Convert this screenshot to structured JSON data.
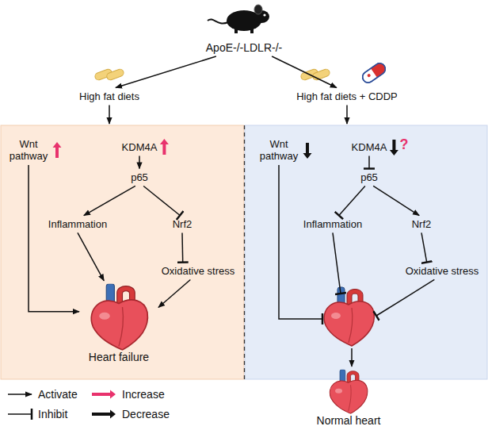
{
  "diagram": {
    "nodes": [
      {
        "text": [
          "ApoE-/-LDLR-/-"
        ]
      },
      {
        "text": [
          "High fat diets"
        ]
      },
      {
        "text": [
          "High fat diets + CDDP"
        ]
      },
      {
        "text": [
          "Wnt pathway"
        ]
      },
      {
        "text": [
          "KDM4A"
        ]
      },
      {
        "text": [
          "p65"
        ]
      },
      {
        "text": [
          "Inflammation"
        ]
      },
      {
        "text": [
          "Nrf2"
        ]
      },
      {
        "text": [
          "Oxidative stress"
        ]
      },
      {
        "text": [
          "Heart failure"
        ]
      },
      {
        "text": [
          "Wnt pathway"
        ]
      },
      {
        "text": [
          "KDM4A"
        ]
      },
      {
        "text": [
          "p65"
        ]
      },
      {
        "text": [
          "Inflammation"
        ]
      },
      {
        "text": [
          "Nrf2"
        ]
      },
      {
        "text": [
          "Oxidative stress"
        ]
      },
      {
        "text": [
          "Normal heart"
        ]
      }
    ],
    "edges": [
      {
        "from": 0,
        "to": 1,
        "arrow": "to"
      },
      {
        "from": 0,
        "to": 2,
        "arrow": "to"
      },
      {
        "from": 4,
        "to": 5,
        "arrow": "to"
      },
      {
        "from": 5,
        "to": 6,
        "arrow": "to"
      },
      {
        "from": 5,
        "to": 7,
        "arrow": "to"
      },
      {
        "from": 3,
        "to": 9,
        "arrow": "to"
      },
      {
        "from": 6,
        "to": 9,
        "arrow": "to"
      },
      {
        "from": 7,
        "to": 8,
        "arrow": "to"
      },
      {
        "from": 8,
        "to": 9,
        "arrow": "to"
      },
      {
        "from": 11,
        "to": 12,
        "arrow": "to"
      },
      {
        "from": 12,
        "to": 13,
        "arrow": "to"
      },
      {
        "from": 12,
        "to": 14,
        "arrow": "to"
      },
      {
        "from": 14,
        "to": 15,
        "arrow": "to"
      }
    ],
    "labels": [
      "?"
    ],
    "legend": [
      {
        "text": "Activate"
      },
      {
        "text": "Increase"
      },
      {
        "text": "Inhibit"
      },
      {
        "text": "Decrease"
      }
    ]
  }
}
